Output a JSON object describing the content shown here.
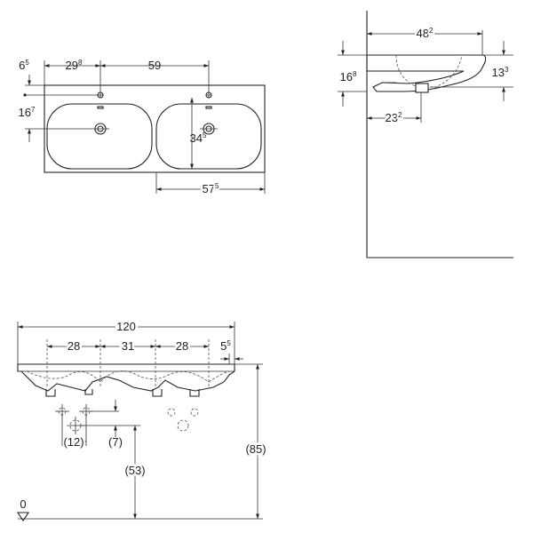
{
  "top_view": {
    "dim_top_edge_offset": {
      "main": "6",
      "sup": "5"
    },
    "dim_tap_offset": {
      "main": "29",
      "sup": "8"
    },
    "dim_tap_spacing": {
      "main": "59",
      "sup": ""
    },
    "dim_tap_depth": {
      "main": "16",
      "sup": "7"
    },
    "dim_drain_depth": {
      "main": "34",
      "sup": "5"
    },
    "dim_bowl_span": {
      "main": "57",
      "sup": "5"
    }
  },
  "side_view": {
    "dim_depth": {
      "main": "48",
      "sup": "2"
    },
    "dim_rim_height": {
      "main": "16",
      "sup": "8"
    },
    "dim_bowl_height": {
      "main": "13",
      "sup": "3"
    },
    "dim_drain_offset": {
      "main": "23",
      "sup": "2"
    }
  },
  "front_view": {
    "dim_total_width": {
      "main": "120",
      "sup": ""
    },
    "dim_left_offset": {
      "main": "28",
      "sup": ""
    },
    "dim_center_spacing": {
      "main": "31",
      "sup": ""
    },
    "dim_right_offset": {
      "main": "28",
      "sup": ""
    },
    "dim_edge_offset": {
      "main": "5",
      "sup": "5"
    },
    "dim_tap_spacing": "(12)",
    "dim_tap_height": "(7)",
    "dim_drain_height": "(53)",
    "dim_total_height": "(85)",
    "floor_level": "0"
  }
}
